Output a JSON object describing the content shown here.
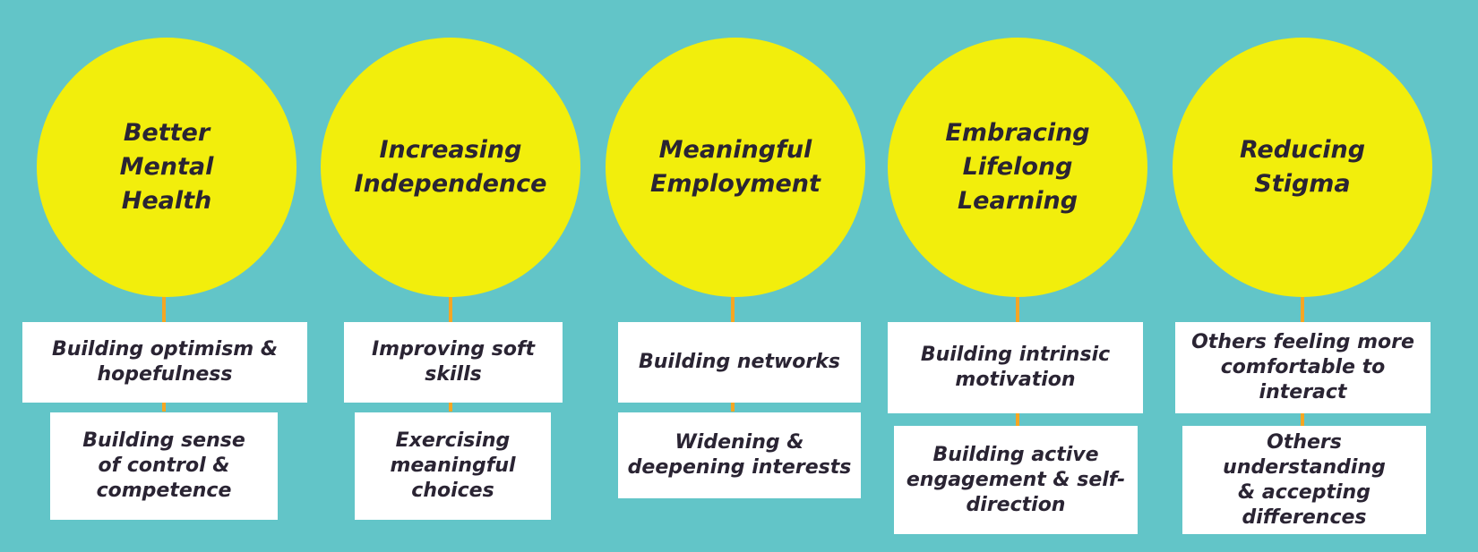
{
  "colors": {
    "background": "#62c5c8",
    "circle": "#f2ee0c",
    "arrow": "#f5a623",
    "box": "#ffffff",
    "text": "#2a2433"
  },
  "columns": [
    {
      "outcome": "Better\nMental\nHealth",
      "steps": [
        "Building optimism &\nhopefulness",
        "Building sense\nof control &\ncompetence"
      ]
    },
    {
      "outcome": "Increasing\nIndependence",
      "steps": [
        "Improving soft\nskills",
        "Exercising\nmeaningful\nchoices"
      ]
    },
    {
      "outcome": "Meaningful\nEmployment",
      "steps": [
        "Building networks",
        "Widening &\ndeepening interests"
      ]
    },
    {
      "outcome": "Embracing\nLifelong\nLearning",
      "steps": [
        "Building intrinsic\nmotivation",
        "Building active\nengagement & self-\ndirection"
      ]
    },
    {
      "outcome": "Reducing\nStigma",
      "steps": [
        "Others feeling more\ncomfortable to\ninteract",
        "Others understanding\n& accepting\ndifferences"
      ]
    }
  ]
}
